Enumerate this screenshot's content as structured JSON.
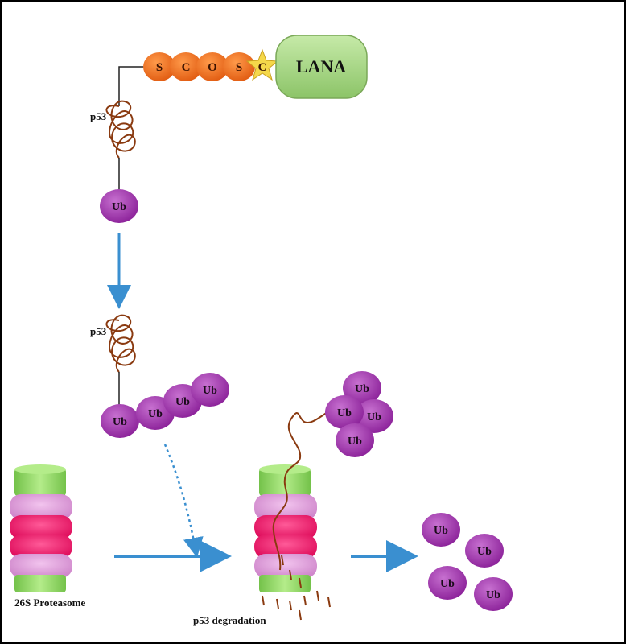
{
  "lana": {
    "label": "LANA"
  },
  "socs_beads": [
    "S",
    "C",
    "O",
    "S"
  ],
  "star_label": "C",
  "p53_label_top": "p53",
  "p53_label_mid": "p53",
  "ub_label": "Ub",
  "proteasome_label": "26S Proteasome",
  "degradation_label": "p53 degradation",
  "colors": {
    "ub": "#9b2fa6",
    "bead": "#ef6a1a",
    "lana": "#a8d888",
    "arrow": "#3a8fd0",
    "protein": "#8a3a10",
    "proteasome_green": "#98dc6a",
    "proteasome_light_pink": "#e0a0dc",
    "proteasome_hot_pink": "#f0206e"
  }
}
